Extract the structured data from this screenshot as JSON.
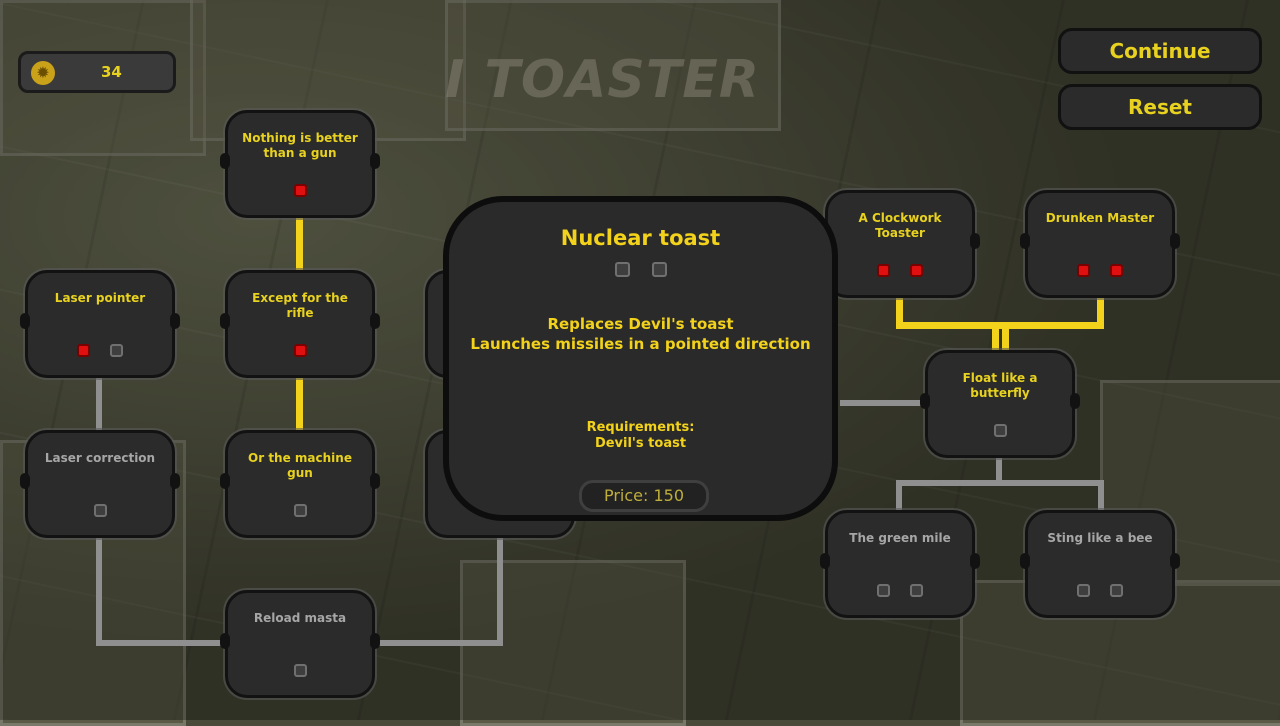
{
  "currency": {
    "icon": "gear-coin-icon",
    "value": "34"
  },
  "background": {
    "title": "I TOASTER"
  },
  "buttons": {
    "continue": "Continue",
    "reset": "Reset"
  },
  "nodes": {
    "gun": {
      "label": "Nothing is better than a gun",
      "dots": [
        "on"
      ]
    },
    "laser_pointer": {
      "label": "Laser pointer",
      "dots": [
        "on",
        "off"
      ]
    },
    "rifle": {
      "label": "Except for the rifle",
      "dots": [
        "on"
      ]
    },
    "laser_correction": {
      "label": "Laser correction",
      "dots": [
        "off"
      ]
    },
    "machine_gun": {
      "label": "Or the machine gun",
      "dots": [
        "off"
      ]
    },
    "reload": {
      "label": "Reload masta",
      "dots": [
        "off"
      ]
    },
    "clockwork": {
      "label": "A Clockwork Toaster",
      "dots": [
        "on",
        "on"
      ]
    },
    "drunken": {
      "label": "Drunken Master",
      "dots": [
        "on",
        "on"
      ]
    },
    "butterfly": {
      "label": "Float like a butterfly",
      "dots": [
        "off"
      ]
    },
    "green_mile": {
      "label": "The green mile",
      "dots": [
        "off",
        "off"
      ]
    },
    "bee": {
      "label": "Sting like a bee",
      "dots": [
        "off",
        "off"
      ]
    }
  },
  "popup": {
    "title": "Nuclear toast",
    "desc_line1": "Replaces Devil's toast",
    "desc_line2": "Launches missiles in a pointed direction",
    "req_label": "Requirements:",
    "req_value": "Devil's toast",
    "price": "Price: 150"
  },
  "colors": {
    "accent": "#f2d21b",
    "active_dot": "#e01010",
    "panel": "#2b2b2b"
  }
}
